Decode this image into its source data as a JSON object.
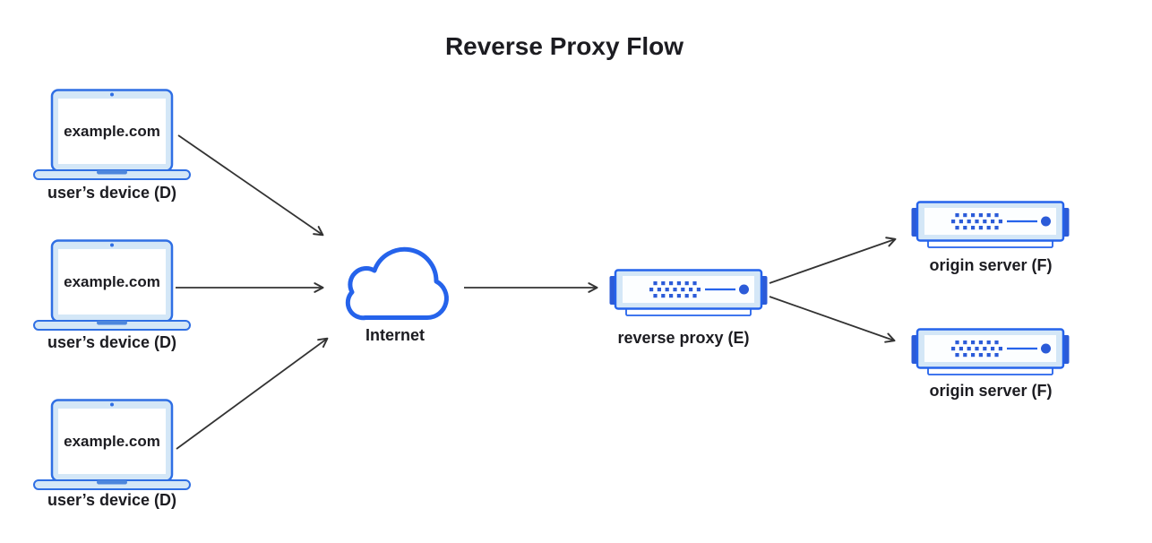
{
  "title": "Reverse Proxy Flow",
  "nodes": {
    "devices": [
      {
        "screen_text": "example.com",
        "label": "user’s device (D)"
      },
      {
        "screen_text": "example.com",
        "label": "user’s device (D)"
      },
      {
        "screen_text": "example.com",
        "label": "user’s device (D)"
      }
    ],
    "internet": {
      "label": "Internet"
    },
    "reverse_proxy": {
      "label": "reverse proxy (E)"
    },
    "origin_servers": [
      {
        "label": "origin server (F)"
      },
      {
        "label": "origin server (F)"
      }
    ]
  },
  "edges": [
    {
      "from": "user-device-1",
      "to": "internet"
    },
    {
      "from": "user-device-2",
      "to": "internet"
    },
    {
      "from": "user-device-3",
      "to": "internet"
    },
    {
      "from": "internet",
      "to": "reverse-proxy"
    },
    {
      "from": "reverse-proxy",
      "to": "origin-server-1"
    },
    {
      "from": "reverse-proxy",
      "to": "origin-server-2"
    }
  ],
  "colors": {
    "primary_blue": "#2563eb",
    "solid_blue": "#2b5bd8",
    "light_blue": "#d4e7f7",
    "panel_white": "#fcfeff",
    "text_dark": "#1c1c21",
    "arrow_dark": "#333333"
  }
}
